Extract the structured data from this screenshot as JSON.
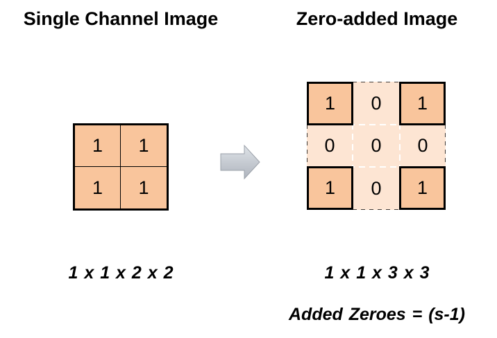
{
  "titles": {
    "left": "Single Channel Image",
    "right": "Zero-added Image"
  },
  "left_grid": {
    "cells": [
      "1",
      "1",
      "1",
      "1"
    ]
  },
  "right_grid": {
    "cells": [
      "1",
      "0",
      "1",
      "0",
      "0",
      "0",
      "1",
      "0",
      "1"
    ]
  },
  "captions": {
    "left": "1 x 1 x 2 x 2",
    "right": "1 x 1 x 3 x 3",
    "zeroes": "Added Zeroes = (s-1)"
  },
  "icons": {
    "arrow": "right-arrow-icon"
  },
  "colors": {
    "original_cell": "#f9c59c",
    "zero_cell": "#fde5d3",
    "arrow_fill": "#c9ced6"
  }
}
